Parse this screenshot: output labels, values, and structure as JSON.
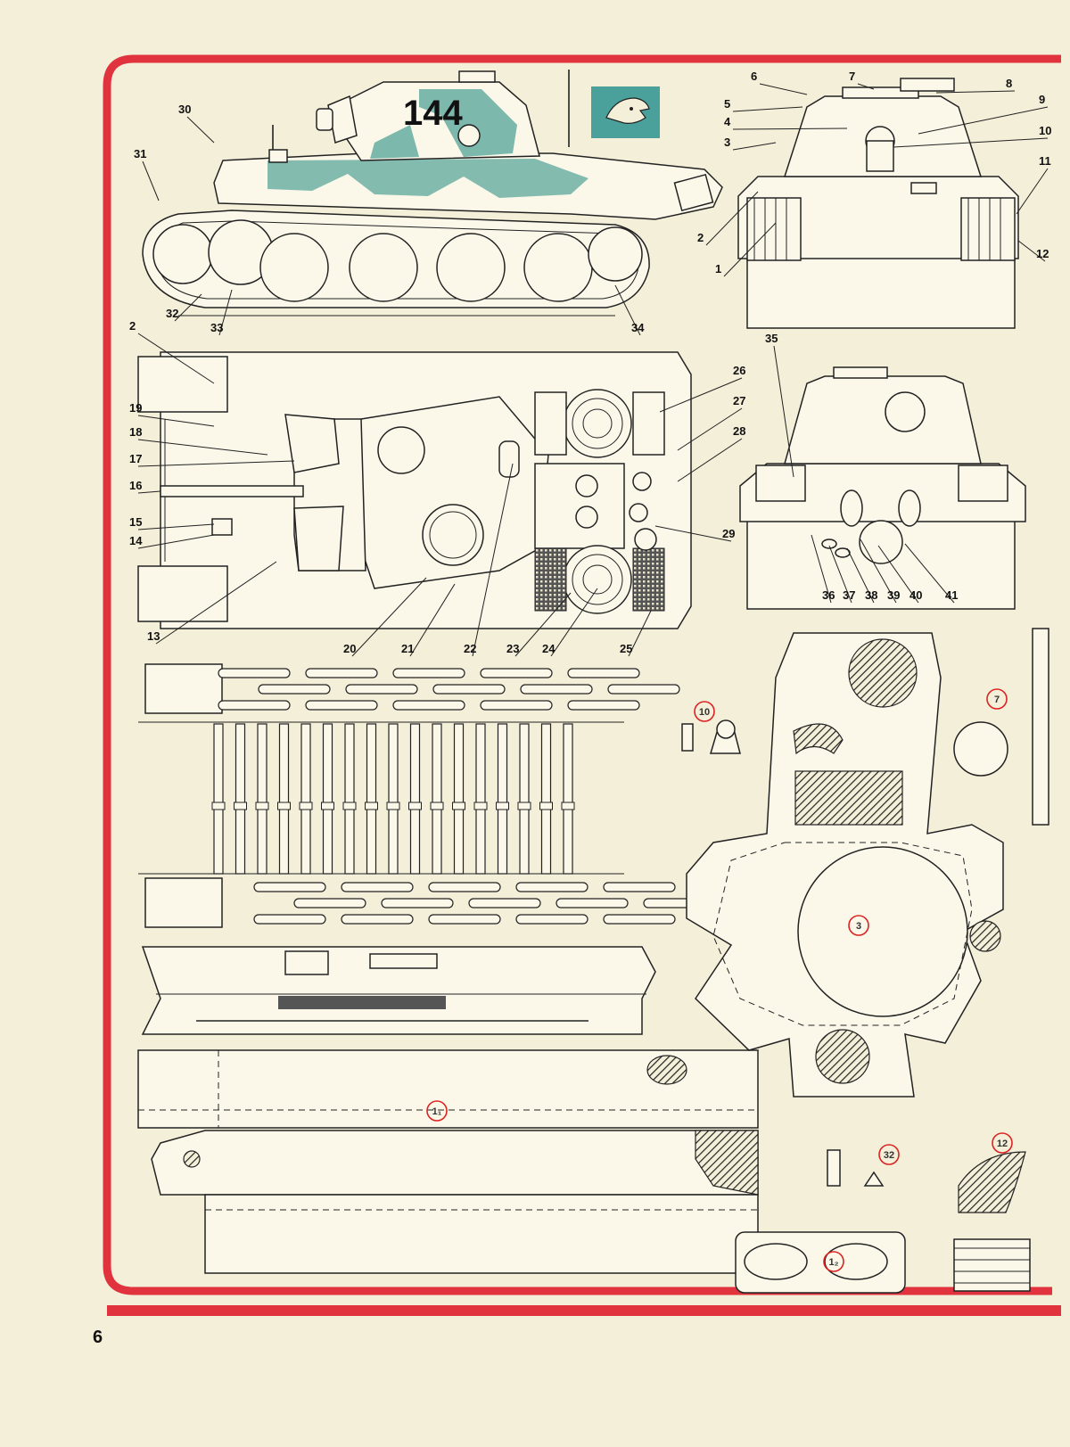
{
  "page_number": "6",
  "turret_number": "144",
  "colors": {
    "frame": "#e0333e",
    "camo": "#6fb0a5",
    "emblem_bg": "#4aa09b",
    "paper": "#f4efd9",
    "part_marker": "#d22222"
  },
  "emblem_icon": "panther-head-icon",
  "callouts_side_view": [
    "30",
    "31",
    "32",
    "33",
    "34"
  ],
  "callouts_front_view": [
    "6",
    "7",
    "8",
    "5",
    "4",
    "9",
    "3",
    "10",
    "11",
    "2",
    "12",
    "1"
  ],
  "callouts_top_view": [
    "2",
    "19",
    "18",
    "17",
    "16",
    "15",
    "14",
    "13",
    "20",
    "21",
    "22",
    "23",
    "24",
    "25",
    "26",
    "27",
    "28",
    "29"
  ],
  "callouts_rear_view": [
    "35",
    "36",
    "37",
    "38",
    "39",
    "40",
    "41"
  ],
  "part_markers": [
    "10",
    "7",
    "3",
    "1₁",
    "32",
    "12",
    "1₂"
  ]
}
